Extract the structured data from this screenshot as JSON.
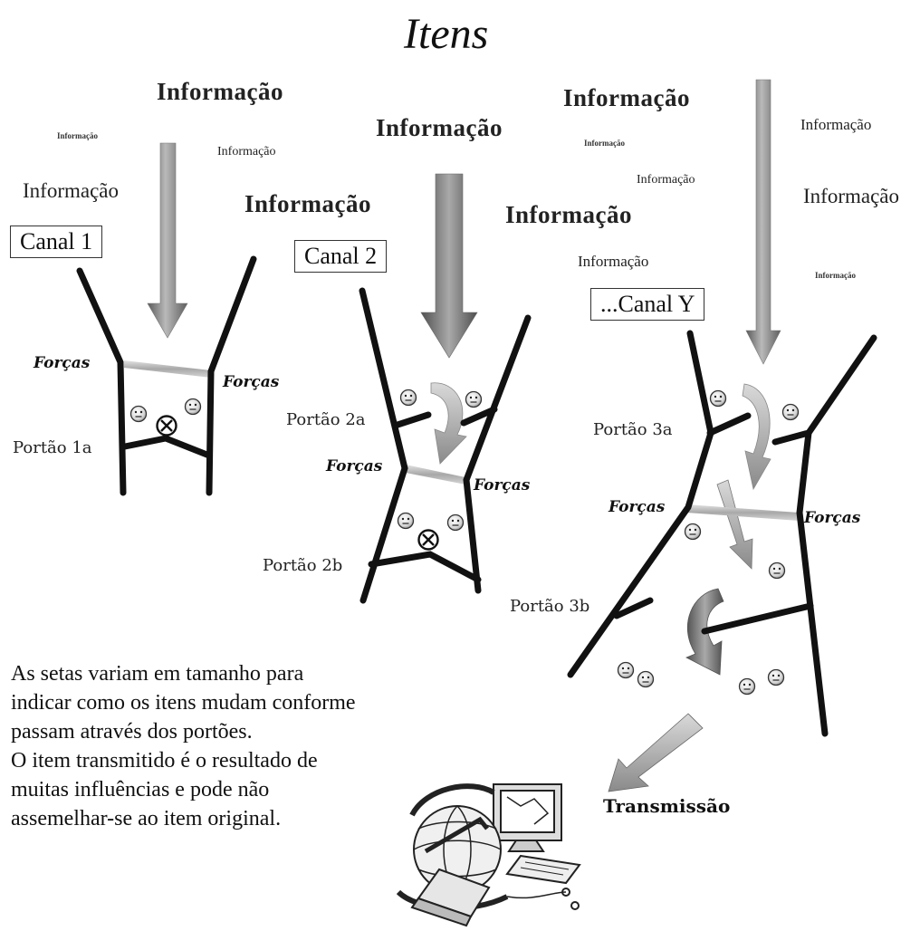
{
  "title": "Itens",
  "info_word": "Informação",
  "channels": {
    "c1": "Canal 1",
    "c2": "Canal 2",
    "cy": "...Canal Y"
  },
  "forces_label": "Forças",
  "gates": {
    "g1a": "Portão 1a",
    "g2a": "Portão 2a",
    "g2b": "Portão 2b",
    "g3a": "Portão 3a",
    "g3b": "Portão 3b"
  },
  "note_lines": [
    "As setas variam em tamanho para",
    "indicar como os itens mudam conforme",
    "passam através dos portões.",
    "O item transmitido é o resultado de",
    "muitas influências e pode não",
    "assemelhar-se ao item original."
  ],
  "transmission_label": "Transmissão",
  "icons": [
    "down-arrow-icon",
    "curved-arrow-icon",
    "item-face-icon",
    "blocked-item-icon",
    "computer-network-clipart-icon"
  ],
  "colors": {
    "arrow_dark": "#6e6e6e",
    "arrow_light": "#c8c8c8",
    "channel_wall": "#111111",
    "forces_bar": "#b5b5b5"
  }
}
